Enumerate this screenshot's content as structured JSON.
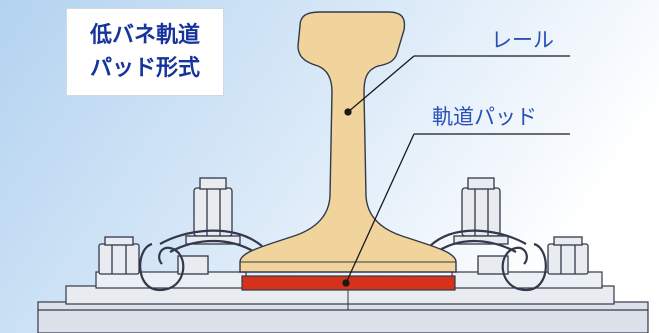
{
  "title": {
    "line1": "低バネ軌道",
    "line2": "パッド形式"
  },
  "labels": {
    "rail": "レール",
    "pad": "軌道パッド"
  },
  "colors": {
    "background_left": "#b3d3f0",
    "background_right": "#ffffff",
    "title_text": "#17349c",
    "label_text": "#2a4fb8",
    "rail_fill": "#f0d49c",
    "pad_fill": "#d4321a",
    "plate_fill": "#e4e8ee",
    "outline": "#33384a"
  }
}
